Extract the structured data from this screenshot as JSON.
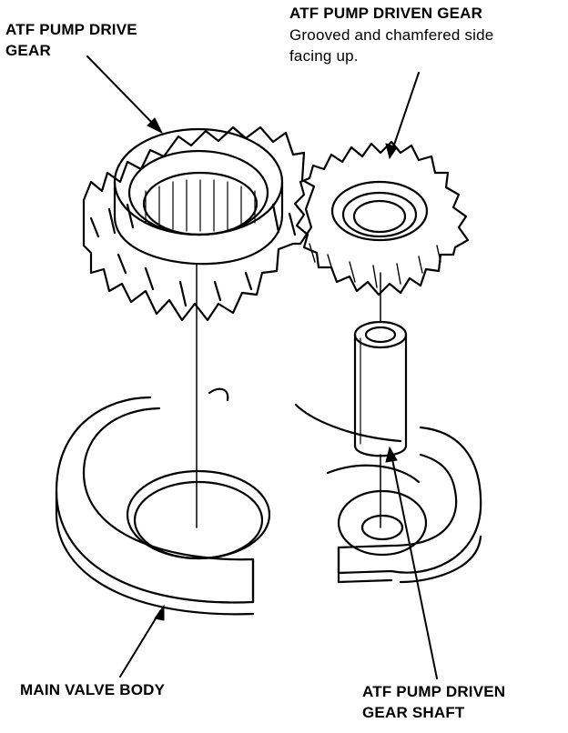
{
  "labels": {
    "drive_gear_line1": "ATF PUMP DRIVE",
    "drive_gear_line2": "GEAR",
    "driven_gear_title": "ATF PUMP DRIVEN GEAR",
    "driven_gear_note1": "Grooved and chamfered side",
    "driven_gear_note2": "facing up.",
    "valve_body": "MAIN VALVE BODY",
    "shaft_line1": "ATF PUMP DRIVEN",
    "shaft_line2": "GEAR SHAFT"
  }
}
